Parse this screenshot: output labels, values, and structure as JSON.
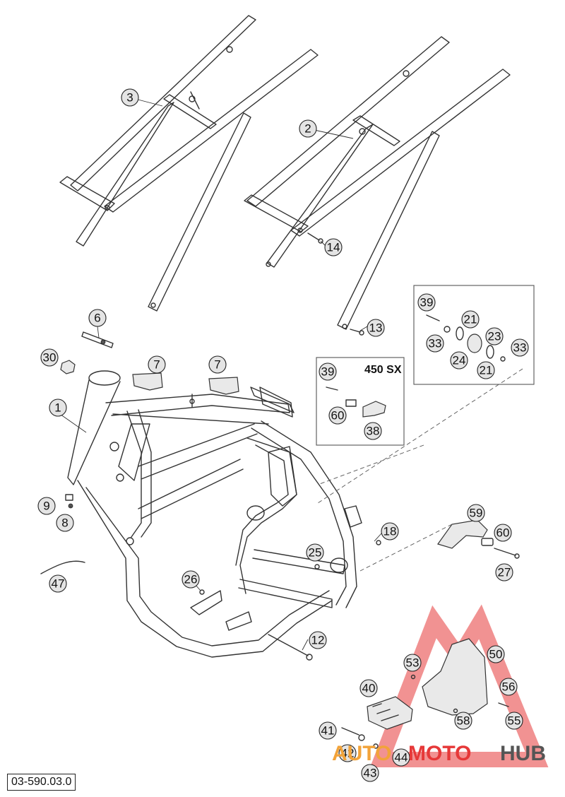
{
  "variant_label": "450 SX",
  "drawing_code": "03-590.03.0",
  "watermark": {
    "word1": "AUTO",
    "word2": "MOTO",
    "word3": "HUB",
    "color_red": "#e63838",
    "color_orange": "#f2a33a",
    "color_dark": "#555555"
  },
  "callouts": [
    "1",
    "2",
    "3",
    "6",
    "7",
    "7",
    "8",
    "9",
    "12",
    "13",
    "14",
    "18",
    "21",
    "21",
    "23",
    "24",
    "25",
    "26",
    "27",
    "30",
    "33",
    "33",
    "38",
    "39",
    "39",
    "40",
    "41",
    "42",
    "43",
    "44",
    "47",
    "50",
    "53",
    "55",
    "56",
    "58",
    "59",
    "60",
    "60"
  ]
}
